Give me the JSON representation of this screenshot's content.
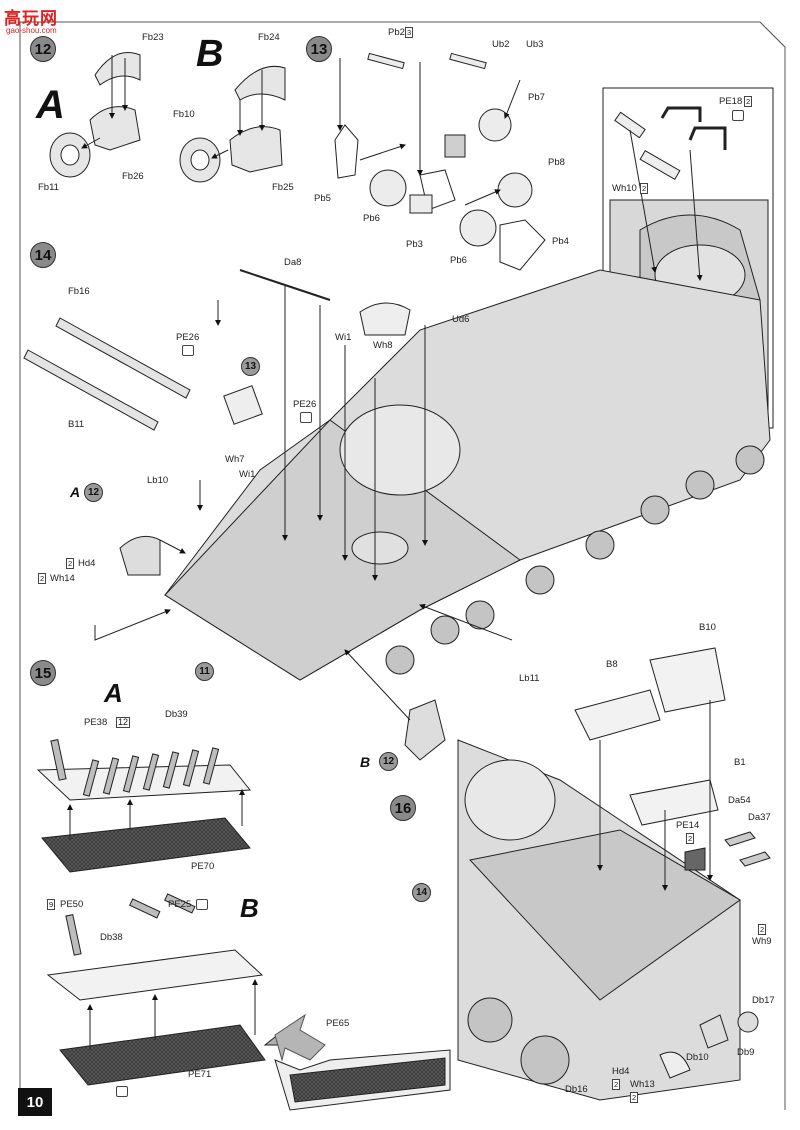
{
  "watermark": {
    "logo_text": "高玩网",
    "url": "gao-shou.com"
  },
  "page_number": "10",
  "steps": {
    "s12": "12",
    "s13": "13",
    "s14": "14",
    "s15": "15",
    "s16": "16",
    "s11_ref": "11"
  },
  "variants": {
    "a": "A",
    "b": "B"
  },
  "refs": {
    "r12": "12",
    "r13": "13",
    "r11": "11"
  },
  "labels": {
    "fb23": "Fb23",
    "fb24": "Fb24",
    "fb10": "Fb10",
    "fb11": "Fb11",
    "fb26": "Fb26",
    "fb25": "Fb25",
    "pb2": "Pb2",
    "pb2_qty": "3",
    "ub2": "Ub2",
    "ub3": "Ub3",
    "pb7": "Pb7",
    "pb5": "Pb5",
    "pb6a": "Pb6",
    "pb3": "Pb3",
    "pb6b": "Pb6",
    "pb8": "Pb8",
    "pb4": "Pb4",
    "pe18": "PE18",
    "pe18_qty": "2",
    "wh10": "Wh10",
    "wh10_qty": "2",
    "fb16": "Fb16",
    "da8": "Da8",
    "pe26a": "PE26",
    "pe26b": "PE26",
    "wi1a": "Wi1",
    "wi1b": "Wi1",
    "wh8": "Wh8",
    "ud6": "Ud6",
    "b11": "B11",
    "lb10": "Lb10",
    "wh7": "Wh7",
    "hd4a": "Hd4",
    "hd4a_qty": "2",
    "wh14": "Wh14",
    "wh14_qty": "2",
    "lb11": "Lb11",
    "b10": "B10",
    "b8": "B8",
    "pe38": "PE38",
    "pe38_qty": "12",
    "db39": "Db39",
    "pe70": "PE70",
    "pe50": "PE50",
    "pe50_qty": "9",
    "pe25": "PE25",
    "db38": "Db38",
    "pe71": "PE71",
    "pe65": "PE65",
    "b1": "B1",
    "da54": "Da54",
    "pe14": "PE14",
    "pe14_qty": "2",
    "da37": "Da37",
    "wh9": "Wh9",
    "wh9_qty": "2",
    "db17": "Db17",
    "db9": "Db9",
    "db10": "Db10",
    "hd4b": "Hd4",
    "hd4b_qty": "2",
    "wh13": "Wh13",
    "wh13_qty": "2",
    "db16": "Db16"
  },
  "colors": {
    "step_fill": "#8a8a8a",
    "hull_fill": "#dcdcdc",
    "mesh_fill": "#3a3a3a",
    "page_num_bg": "#111111",
    "logo": "#dd2222"
  }
}
